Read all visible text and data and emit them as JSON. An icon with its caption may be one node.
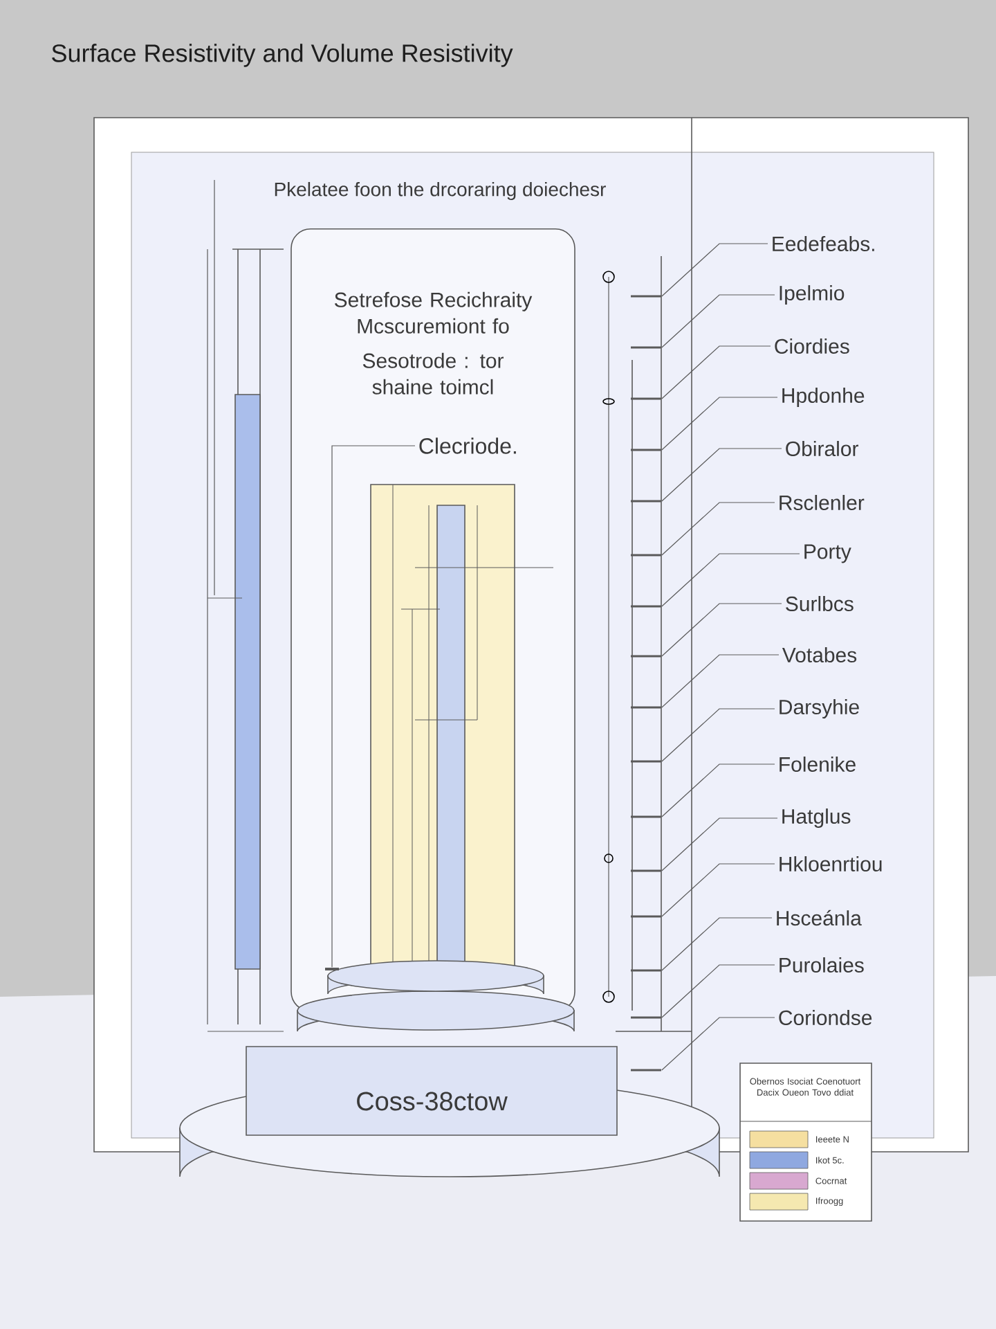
{
  "diagram": {
    "title": "Surface Resistivity and Volume Resistivity",
    "nodes": [
      {
        "text": [
          "Setrefose Recichraity Mcscuremiont fo",
          "Sesotrode : tor shaine toimcl"
        ]
      },
      {
        "text": [
          "Clecriode."
        ],
        "in": 0
      },
      {
        "text": [
          "Eedefeabs."
        ]
      },
      {
        "text": [
          "Ipelmio"
        ]
      },
      {
        "text": [
          "Ciordies"
        ]
      },
      {
        "text": [
          "Hpdonhe"
        ]
      },
      {
        "text": [
          "Obiralor"
        ]
      },
      {
        "text": [
          "Rsclenler"
        ]
      },
      {
        "text": [
          "Porty"
        ]
      },
      {
        "text": [
          "Surlbcs"
        ]
      },
      {
        "text": [
          "Votabes"
        ]
      },
      {
        "text": [
          "Darsyhie"
        ]
      },
      {
        "text": [
          "Folenike"
        ]
      },
      {
        "text": [
          "Hatglus"
        ]
      },
      {
        "text": [
          "Hkloenrtiou"
        ]
      },
      {
        "text": [
          "Hsceánla"
        ]
      },
      {
        "text": [
          "Purolaies"
        ]
      },
      {
        "text": [
          "Coriondse"
        ]
      },
      {
        "text": [
          "Coss-38ctow"
        ]
      },
      {
        "text": [],
        "shape": "bar",
        "in": 0
      },
      {
        "text": [],
        "shape": "bar"
      },
      {
        "text": [],
        "shape": "bar"
      },
      {
        "text": [],
        "shape": "bar"
      },
      {
        "text": [],
        "shape": "bar"
      },
      {
        "text": [],
        "shape": "bar"
      },
      {
        "text": [],
        "shape": "bar"
      },
      {
        "text": [],
        "shape": "bar"
      },
      {
        "text": [],
        "shape": "bar"
      },
      {
        "text": [],
        "shape": "bar"
      },
      {
        "text": [],
        "shape": "bar"
      },
      {
        "text": [],
        "shape": "bar"
      },
      {
        "text": [],
        "shape": "bar"
      },
      {
        "text": [],
        "shape": "bar"
      },
      {
        "text": [],
        "shape": "bar"
      },
      {
        "text": [],
        "shape": "bar"
      },
      {
        "text": [],
        "shape": "bar"
      }
    ],
    "edges": [
      {
        "from": 1,
        "to": 19,
        "arrow": "none"
      },
      {
        "from": 2,
        "to": 20,
        "arrow": "none"
      },
      {
        "from": 3,
        "to": 21,
        "arrow": "none"
      },
      {
        "from": 4,
        "to": 22,
        "arrow": "none"
      },
      {
        "from": 5,
        "to": 23,
        "arrow": "none"
      },
      {
        "from": 6,
        "to": 24,
        "arrow": "none"
      },
      {
        "from": 7,
        "to": 25,
        "arrow": "none"
      },
      {
        "from": 8,
        "to": 26,
        "arrow": "none"
      },
      {
        "from": 9,
        "to": 27,
        "arrow": "none"
      },
      {
        "from": 10,
        "to": 28,
        "arrow": "none"
      },
      {
        "from": 11,
        "to": 29,
        "arrow": "none"
      },
      {
        "from": 12,
        "to": 30,
        "arrow": "none"
      },
      {
        "from": 13,
        "to": 31,
        "arrow": "none"
      },
      {
        "from": 14,
        "to": 32,
        "arrow": "none"
      },
      {
        "from": 15,
        "to": 33,
        "arrow": "none"
      },
      {
        "from": 16,
        "to": 34,
        "arrow": "none"
      },
      {
        "from": 17,
        "to": 35,
        "arrow": "none"
      }
    ],
    "labels": [
      "Pkelatee foon the drcoraring doiechesr",
      "Obernos Isociat Coenotuort Dacix Oueon Tovo ddiat"
    ],
    "legend": [
      {
        "text": "Ieeete N",
        "color": "#f5dfa0"
      },
      {
        "text": "Ikot 5c.",
        "color": "#8fa8e0"
      },
      {
        "text": "Cocrnat",
        "color": "#d8a8d0"
      },
      {
        "text": "Ifroogg",
        "color": "#f5e8b0"
      }
    ]
  }
}
